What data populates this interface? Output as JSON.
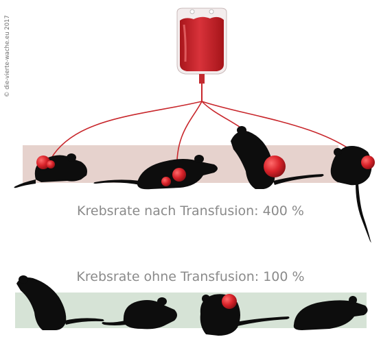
{
  "credit": "© die-vierte-wache.eu 2017",
  "captions": {
    "after_transfusion": "Krebsrate nach Transfusion: 400 %",
    "without_transfusion": "Krebsrate ohne Transfusion: 100 %"
  },
  "colors": {
    "blood": "#c8262b",
    "tumor": "#d9232a",
    "band_after": "#e6d2cd",
    "band_without": "#d6e3d6",
    "mouse": "#0d0d0d",
    "caption": "#8a8a8a"
  },
  "icons": {
    "blood_bag": "blood-bag-icon",
    "mouse": "mouse-silhouette-icon",
    "tumor": "tumor-icon"
  }
}
